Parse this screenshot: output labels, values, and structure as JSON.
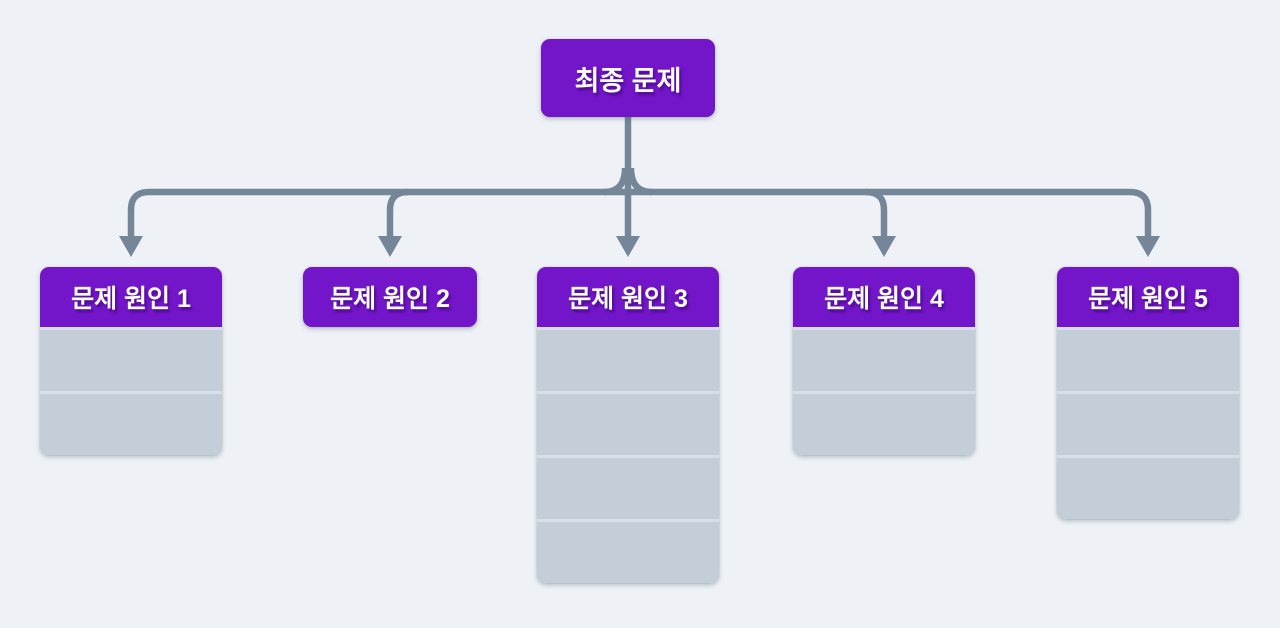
{
  "diagram": {
    "root": {
      "label": "최종 문제"
    },
    "causes": [
      {
        "label": "문제 원인 1",
        "empty_rows": 2
      },
      {
        "label": "문제 원인 2",
        "empty_rows": 0
      },
      {
        "label": "문제 원인 3",
        "empty_rows": 4
      },
      {
        "label": "문제 원인 4",
        "empty_rows": 2
      },
      {
        "label": "문제 원인 5",
        "empty_rows": 3
      }
    ],
    "colors": {
      "node_fill": "#7315c9",
      "node_text": "#ffffff",
      "row_fill": "#c4ced9",
      "row_divider": "#d7e0e8",
      "connector": "#758699",
      "background": "#eef2f6"
    }
  }
}
